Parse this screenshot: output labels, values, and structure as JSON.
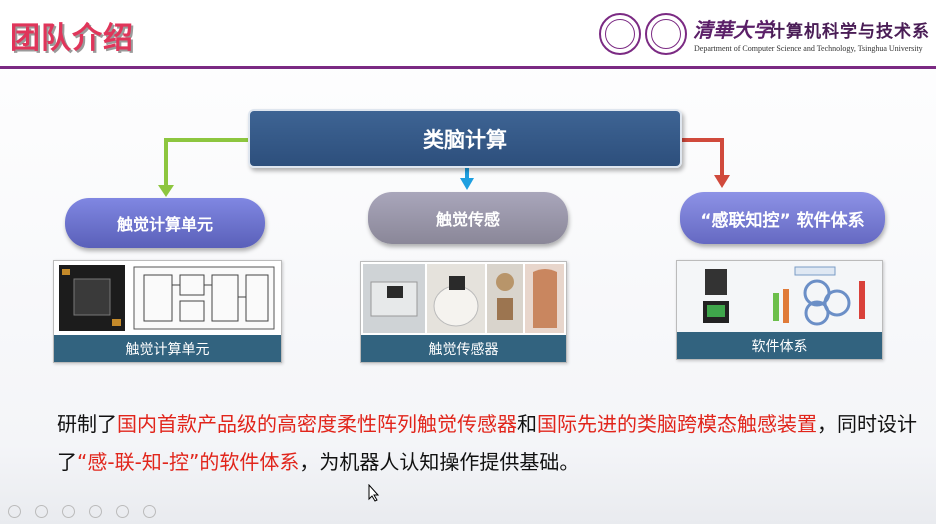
{
  "slide_title": "团队介绍",
  "header": {
    "university_logo": "清華大学",
    "department_cn": "计算机科学与技术系",
    "department_en": "Department of Computer Science and Technology, Tsinghua University"
  },
  "diagram": {
    "root": "类脑计算",
    "branches": [
      {
        "label": "触觉计算单元",
        "caption": "触觉计算单元",
        "arrow_color": "#8dc63f"
      },
      {
        "label": "触觉传感",
        "caption": "触觉传感器",
        "arrow_color": "#1e9fe0"
      },
      {
        "label": "“感联知控” 软件体系",
        "caption": "软件体系",
        "arrow_color": "#d04a3c"
      }
    ]
  },
  "description": {
    "p1": "研制了",
    "p2": "国内首款产品级的高密度柔性阵列触觉传感器",
    "p3": "和",
    "p4": "国际先进的类脑跨模态触感装置",
    "p5": "，同时设计了",
    "p6": "“感-联-知-控”的软件体系",
    "p7": "，为机器人认知操作提供基础。"
  },
  "colors": {
    "title": "#e0355a",
    "accent_line": "#7b2a83",
    "root_box": "#2d4f7c",
    "caption_bar": "#32637f",
    "highlight_text": "#e1251b"
  }
}
